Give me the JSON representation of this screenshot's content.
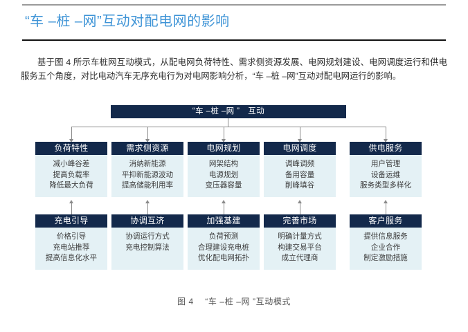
{
  "header": {
    "section_title": "“车 –桩 –网”互动对配电网的影响"
  },
  "body": {
    "paragraph": "基于图 4 所示车桩网互动模式，从配电网负荷特性、需求侧资源发展、电网规划建设、电网调度运行和供电服务五个角度，对比电动汽车无序充电行为对电网影响分析，“车 –桩 –网”互动对配电网运行的影响。"
  },
  "diagram": {
    "root_label": "“车 –桩 –网 ”　互动",
    "columns": [
      {
        "top_title": "负荷特性",
        "top_items": [
          "减小峰谷差",
          "提高负载率",
          "降低最大负荷"
        ],
        "bottom_title": "充电引导",
        "bottom_items": [
          "价格引导",
          "充电站推荐",
          "提高信息化水平"
        ]
      },
      {
        "top_title": "需求侧资源",
        "top_items": [
          "消纳新能源",
          "平抑新能源波动",
          "提高储能利用率"
        ],
        "bottom_title": "协调互济",
        "bottom_items": [
          "协调运行方式",
          "充电控制算法"
        ]
      },
      {
        "top_title": "电网规划",
        "top_items": [
          "网架结构",
          "电源规划",
          "变压器容量"
        ],
        "bottom_title": "加强基建",
        "bottom_items": [
          "负荷预测",
          "合理建设充电桩",
          "优化配电网拓扑"
        ]
      },
      {
        "top_title": "电网调度",
        "top_items": [
          "调峰调频",
          "备用容量",
          "削峰填谷"
        ],
        "bottom_title": "完善市场",
        "bottom_items": [
          "明确计量方式",
          "构建交易平台",
          "成立代理商"
        ]
      },
      {
        "top_title": "供电服务",
        "top_items": [
          "用户管理",
          "设备运维",
          "服务类型多样化"
        ],
        "bottom_title": "客户服务",
        "bottom_items": [
          "提供信息服务",
          "企业合作",
          "制定激励措施"
        ]
      }
    ]
  },
  "caption": {
    "text": "图 4 　“车 –桩 –网 ”互动模式"
  },
  "colors": {
    "title_blue": "#3d93d6",
    "header_navy": "#13294b",
    "card_body_bg": "#e4f1f5",
    "connector_gray": "#8a8a8a",
    "top_rule_gray": "#9a9a9a"
  }
}
